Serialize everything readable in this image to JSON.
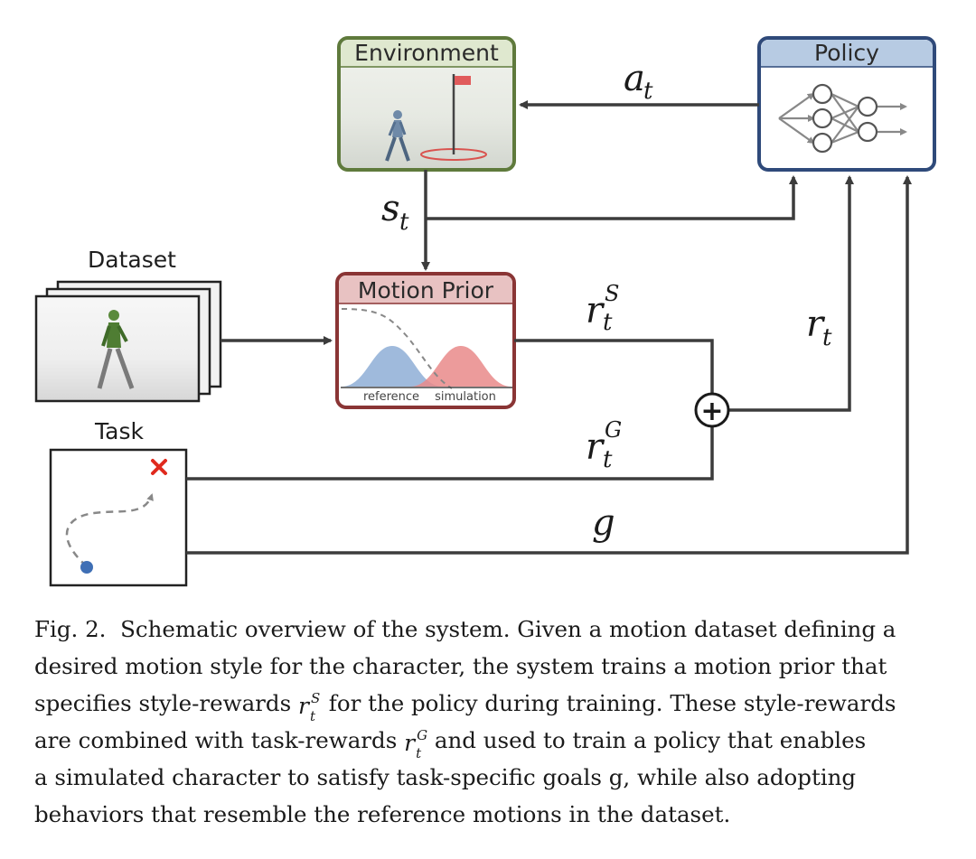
{
  "nodes": {
    "environment": {
      "title": "Environment"
    },
    "policy": {
      "title": "Policy"
    },
    "motion_prior": {
      "title": "Motion Prior",
      "curve_left_label": "reference",
      "curve_right_label": "simulation"
    },
    "dataset": {
      "title": "Dataset"
    },
    "task": {
      "title": "Task"
    }
  },
  "edges": {
    "action": {
      "base": "a",
      "sub": "t"
    },
    "state": {
      "base": "s",
      "sub": "t"
    },
    "style_reward": {
      "base": "r",
      "sup": "S",
      "sub": "t"
    },
    "task_reward": {
      "base": "r",
      "sup": "G",
      "sub": "t"
    },
    "combined_reward": {
      "base": "r",
      "sub": "t"
    },
    "goal": {
      "base": "g"
    },
    "sum_symbol": "+"
  },
  "colors": {
    "environment_border": "#5f7a3c",
    "environment_header": "#dfe8cf",
    "policy_border": "#2f4a7a",
    "policy_header": "#b7cbe3",
    "motion_prior_border": "#8a3535",
    "motion_prior_header": "#e8c2c2",
    "reference_curve": "#8eaed6",
    "simulation_curve": "#e98a8a",
    "task_goal_marker": "#e02a1e",
    "task_start_marker": "#3f6fb5",
    "arrow": "#3c3c3c"
  },
  "caption": {
    "fig_label": "Fig. 2.",
    "lines": [
      "Schematic overview of the system. Given a motion dataset defining a",
      "desired motion style for the character, the system trains a motion prior that",
      "for the policy during training. These style-rewards",
      "and used to train a policy that enables",
      "a simulated character to satisfy task-specific goals g, while also adopting",
      "behaviors that resemble the reference motions in the dataset."
    ],
    "line3_prefix": "specifies style-rewards",
    "line4_prefix": "are combined with task-rewards"
  }
}
